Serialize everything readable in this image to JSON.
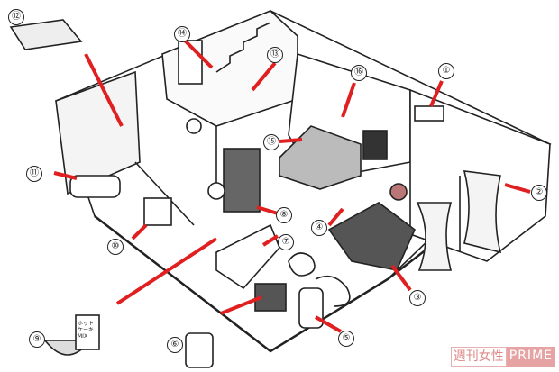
{
  "callouts": [
    "①",
    "②",
    "③",
    "④",
    "⑤",
    "⑥",
    "⑦",
    "⑧",
    "⑨",
    "⑩",
    "⑪",
    "⑫",
    "⑬",
    "⑭",
    "⑮",
    "⑯"
  ],
  "box_text": "ホット ケーキ MIX",
  "watermark": {
    "jp": "週刊女性",
    "en": "PRIME"
  },
  "colors": {
    "arrow": "#e02020",
    "line": "#222222",
    "floor": "#ffffff",
    "wall_gray": "#d9d9d9",
    "watermark": "#e5a3a3"
  }
}
